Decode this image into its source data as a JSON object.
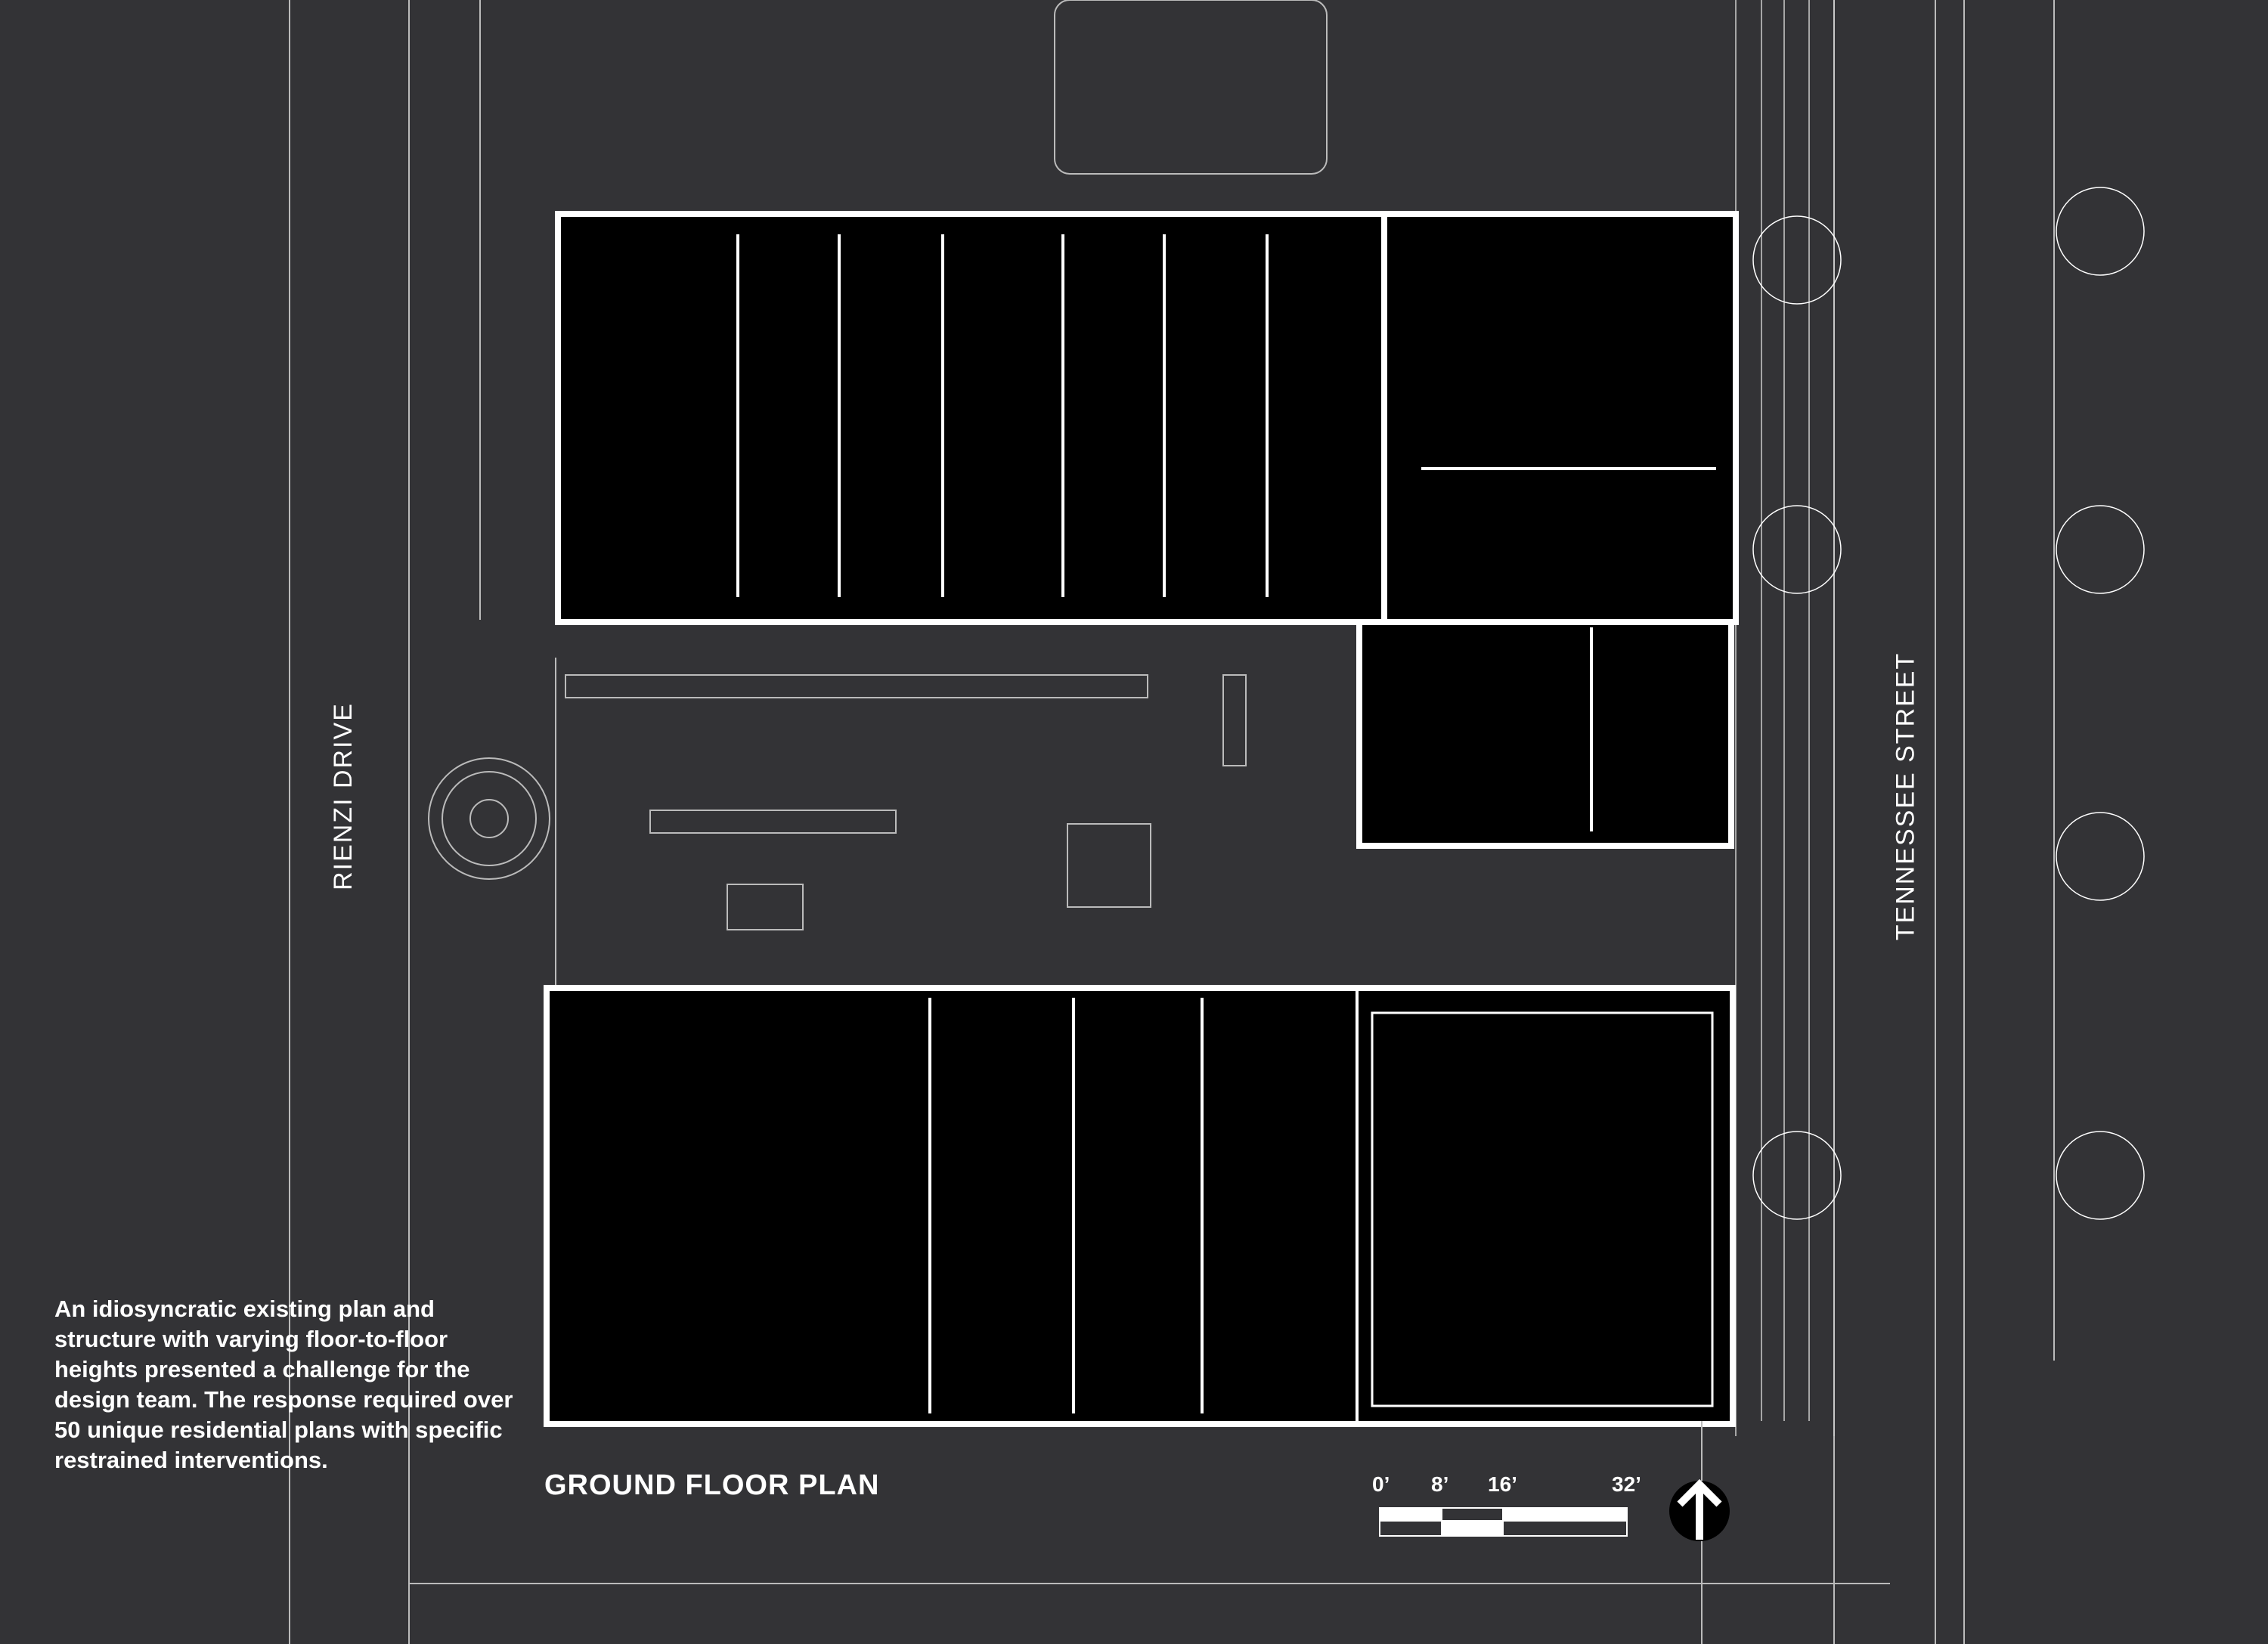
{
  "description": "An idiosyncratic existing plan and structure with varying floor-to-floor heights presented a challenge for the design team. The response required over 50 unique residential plans with specific restrained interventions.",
  "plan_title": "GROUND FLOOR PLAN",
  "streets": {
    "west": "RIENZI DRIVE",
    "east": "TENNESSEE STREET"
  },
  "scale_bar": {
    "labels": [
      "0’",
      "8’",
      "16’",
      "32’"
    ]
  },
  "north_arrow": "north-arrow-icon",
  "colors": {
    "background": "#333336",
    "interior": "#000000",
    "lines": "#ffffff"
  }
}
